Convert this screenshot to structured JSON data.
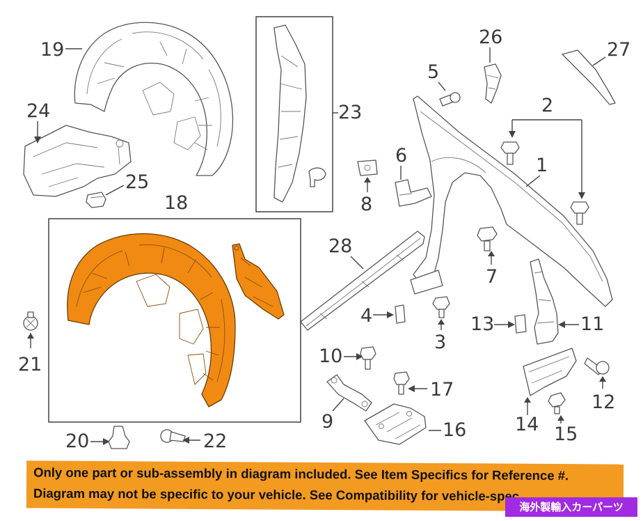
{
  "callouts": {
    "n1": "1",
    "n2": "2",
    "n3": "3",
    "n4": "4",
    "n5": "5",
    "n6": "6",
    "n7": "7",
    "n8": "8",
    "n9": "9",
    "n10": "10",
    "n11": "11",
    "n12": "12",
    "n13": "13",
    "n14": "14",
    "n15": "15",
    "n16": "16",
    "n17": "17",
    "n18": "18",
    "n19": "19",
    "n20": "20",
    "n21": "21",
    "n22": "22",
    "n23": "23",
    "n24": "24",
    "n25": "25",
    "n26": "26",
    "n27": "27",
    "n28": "28"
  },
  "banner": {
    "line1": "Only one part or sub-assembly in diagram included. See Item Specifics for Reference #.",
    "line2": "Diagram may not be specific to your vehicle. See Compatibility for vehicle-spec"
  },
  "badge": {
    "label": "海外製輸入カーパーツ"
  },
  "colors": {
    "highlight": "#f08a12",
    "banner": "#f39a21",
    "badge": "#a12be0"
  }
}
